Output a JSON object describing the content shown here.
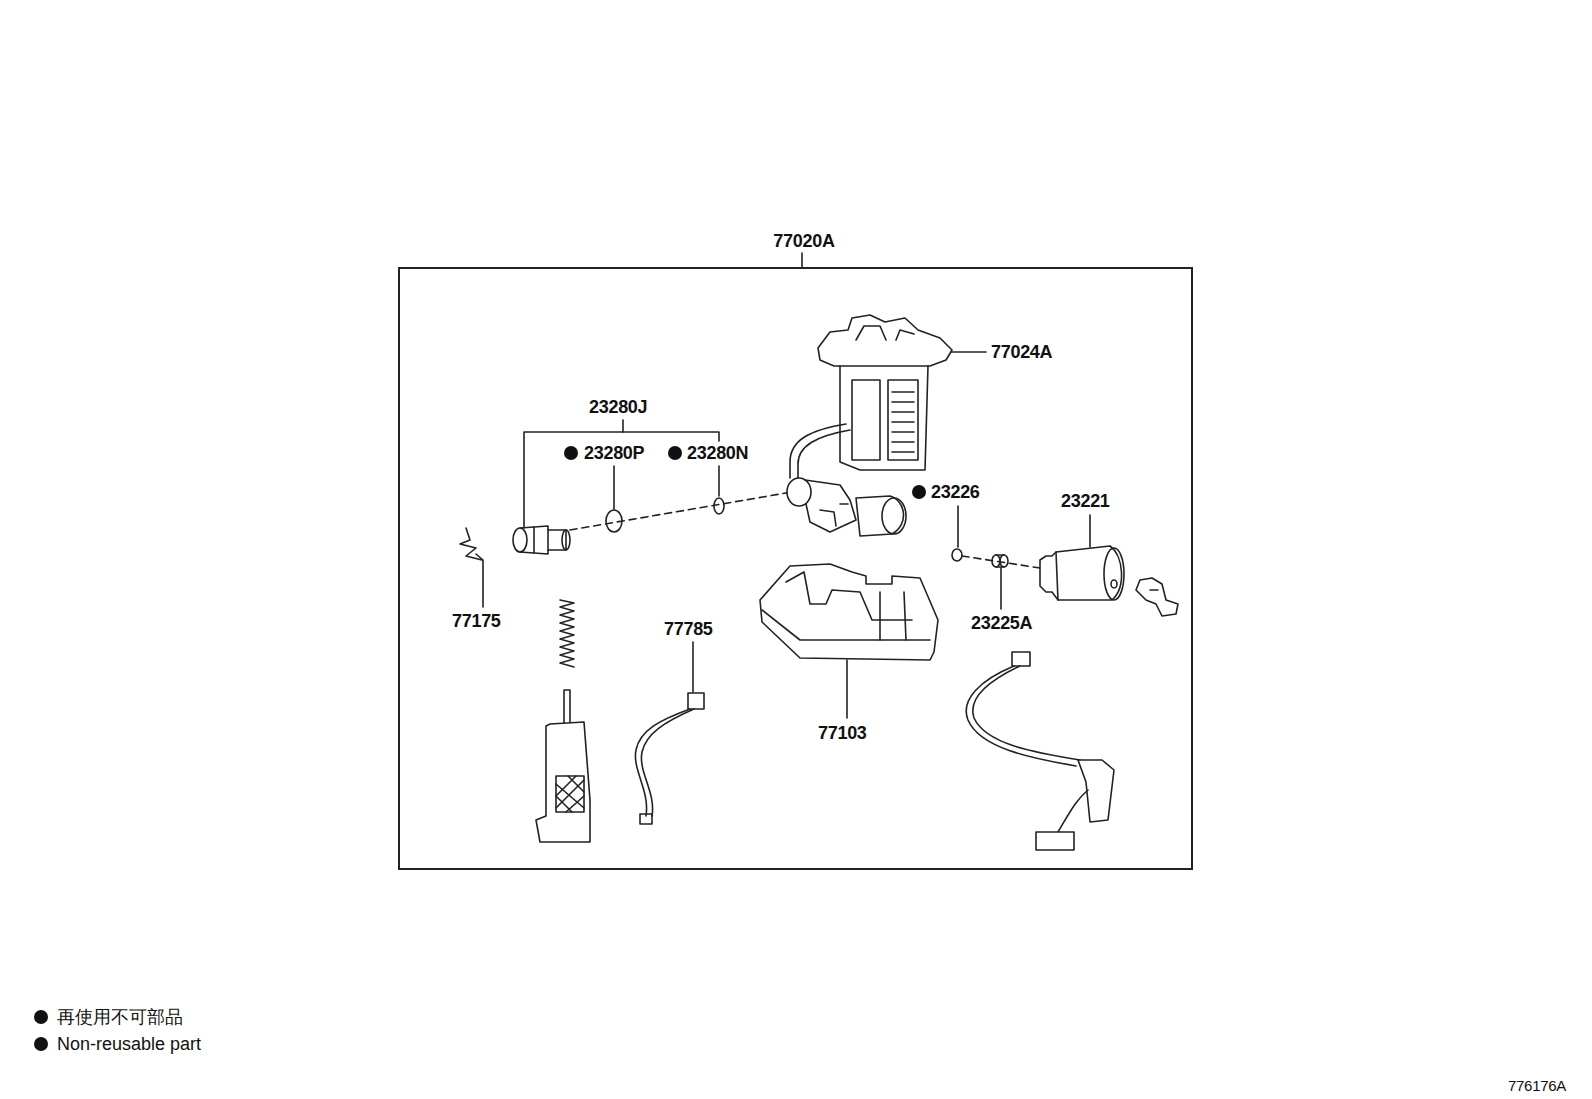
{
  "diagram": {
    "nodes": [
      {
        "text": [
          "77020A"
        ]
      }
    ],
    "labels": [
      "77024A",
      "23280J",
      "23280P",
      "23280N",
      "23226",
      "23221",
      "77175",
      "77785",
      "23225A",
      "77103",
      "776176A"
    ],
    "legend": [
      {
        "text": "再使用不可部品"
      },
      {
        "text": "Non-reusable part"
      }
    ]
  }
}
